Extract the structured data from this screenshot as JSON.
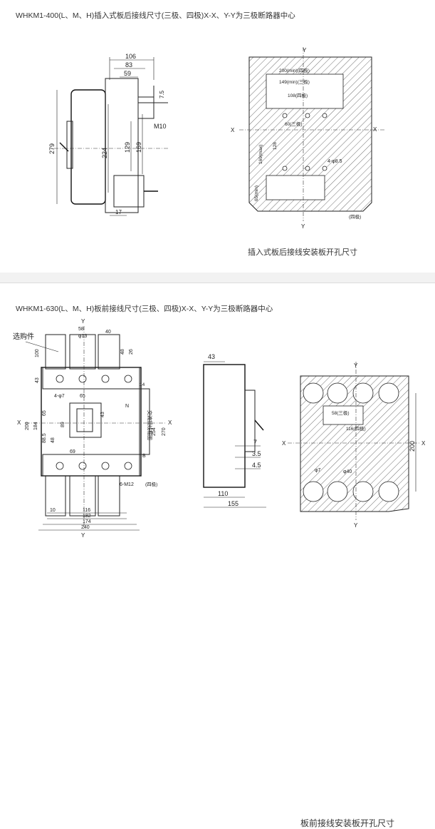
{
  "panel1": {
    "title": "WHKM1-400(L、M、H)插入式板后接线尺寸(三极、四极)X-X、Y-Y为三极断路器中心",
    "caption": "插入式板后接线安装板开孔尺寸",
    "side_view": {
      "dim_106": "106",
      "dim_83": "83",
      "dim_59": "59",
      "dim_7_5": "7.5",
      "dim_m10": "M10",
      "dim_279": "279",
      "dim_224": "224",
      "dim_129": "129",
      "dim_169": "169",
      "dim_17": "17"
    },
    "cutout": {
      "axis_x_left": "X",
      "axis_x_right": "X",
      "axis_y_top": "Y",
      "axis_y_bottom": "Y",
      "dim_200": "200(min)(四极)",
      "dim_149": "149(min)(三极)",
      "dim_108": "108(四极)",
      "dim_60": "60(三极)",
      "dim_128": "128",
      "dim_169max": "169(max)",
      "hole": "4-φ8.5",
      "dim_65": "65(min)",
      "four_pole": "(四极)"
    }
  },
  "panel2": {
    "title": "WHKM1-630(L、M、H)板前接线尺寸(三极、四极)X-X、Y-Y为三极断路器中心",
    "caption": "板前接线安装板开孔尺寸",
    "front_view": {
      "option_part": "选购件",
      "axis_y_top": "Y",
      "axis_y_bottom": "Y",
      "axis_x_left": "X",
      "axis_x_right": "X",
      "dim_58": "58",
      "dim_phi13": "φ13",
      "dim_40": "40",
      "dim_100": "100",
      "dim_48": "48",
      "dim_26": "26",
      "dim_43": "43",
      "dim_4phi7": "4-φ7",
      "dim_65": "65",
      "dim_200": "200",
      "dim_184": "184",
      "dim_65b": "65",
      "dim_89": "89",
      "dim_43b": "43",
      "dim_88_5": "88.5",
      "dim_48b": "48",
      "dim_69": "69",
      "dim_14": "14",
      "dim_254": "254",
      "dim_270": "270",
      "label_n": "N",
      "dim_6m12": "6-M12",
      "four_pole": "(四极)",
      "dim_10": "10",
      "dim_116": "116",
      "dim_182": "182",
      "dim_174": "174",
      "dim_240": "240",
      "accessory_text": "交流接线框图",
      "accessory_b": "B"
    },
    "side_view": {
      "dim_43": "43",
      "dim_7": "7",
      "dim_3_5": "3.5",
      "dim_4_5": "4.5",
      "dim_110": "110",
      "dim_155": "155"
    },
    "cutout": {
      "axis_y_top": "Y",
      "axis_y_bottom": "Y",
      "axis_x_left": "X",
      "axis_x_right": "X",
      "dim_58": "58(三极)",
      "dim_116": "116(四极)",
      "dim_200": "200",
      "dim_phi7": "φ7",
      "dim_phi40": "φ40"
    }
  }
}
